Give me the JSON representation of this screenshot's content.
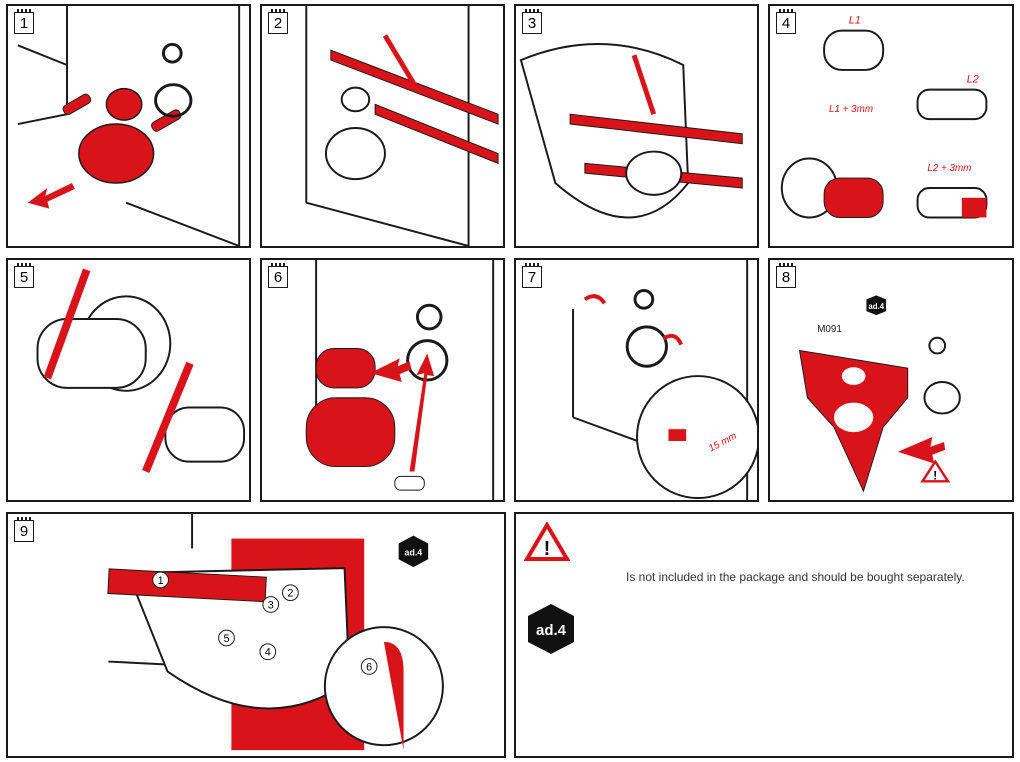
{
  "steps": [
    "1",
    "2",
    "3",
    "4",
    "5",
    "6",
    "7",
    "8",
    "9"
  ],
  "labels": {
    "l1": "L1",
    "l2": "L2",
    "l1_plus": "L1 + 3mm",
    "l2_plus": "L2 + 3mm",
    "mm15": "15 mm",
    "part_code": "M091",
    "ad4": "ad.4",
    "callouts": [
      "1",
      "2",
      "3",
      "4",
      "5",
      "6"
    ]
  },
  "legend": {
    "note": "Is not included in the package and should be bought separately.",
    "ad4": "ad.4"
  },
  "colors": {
    "accent": "#d9131a",
    "ink": "#1a1a1a"
  }
}
